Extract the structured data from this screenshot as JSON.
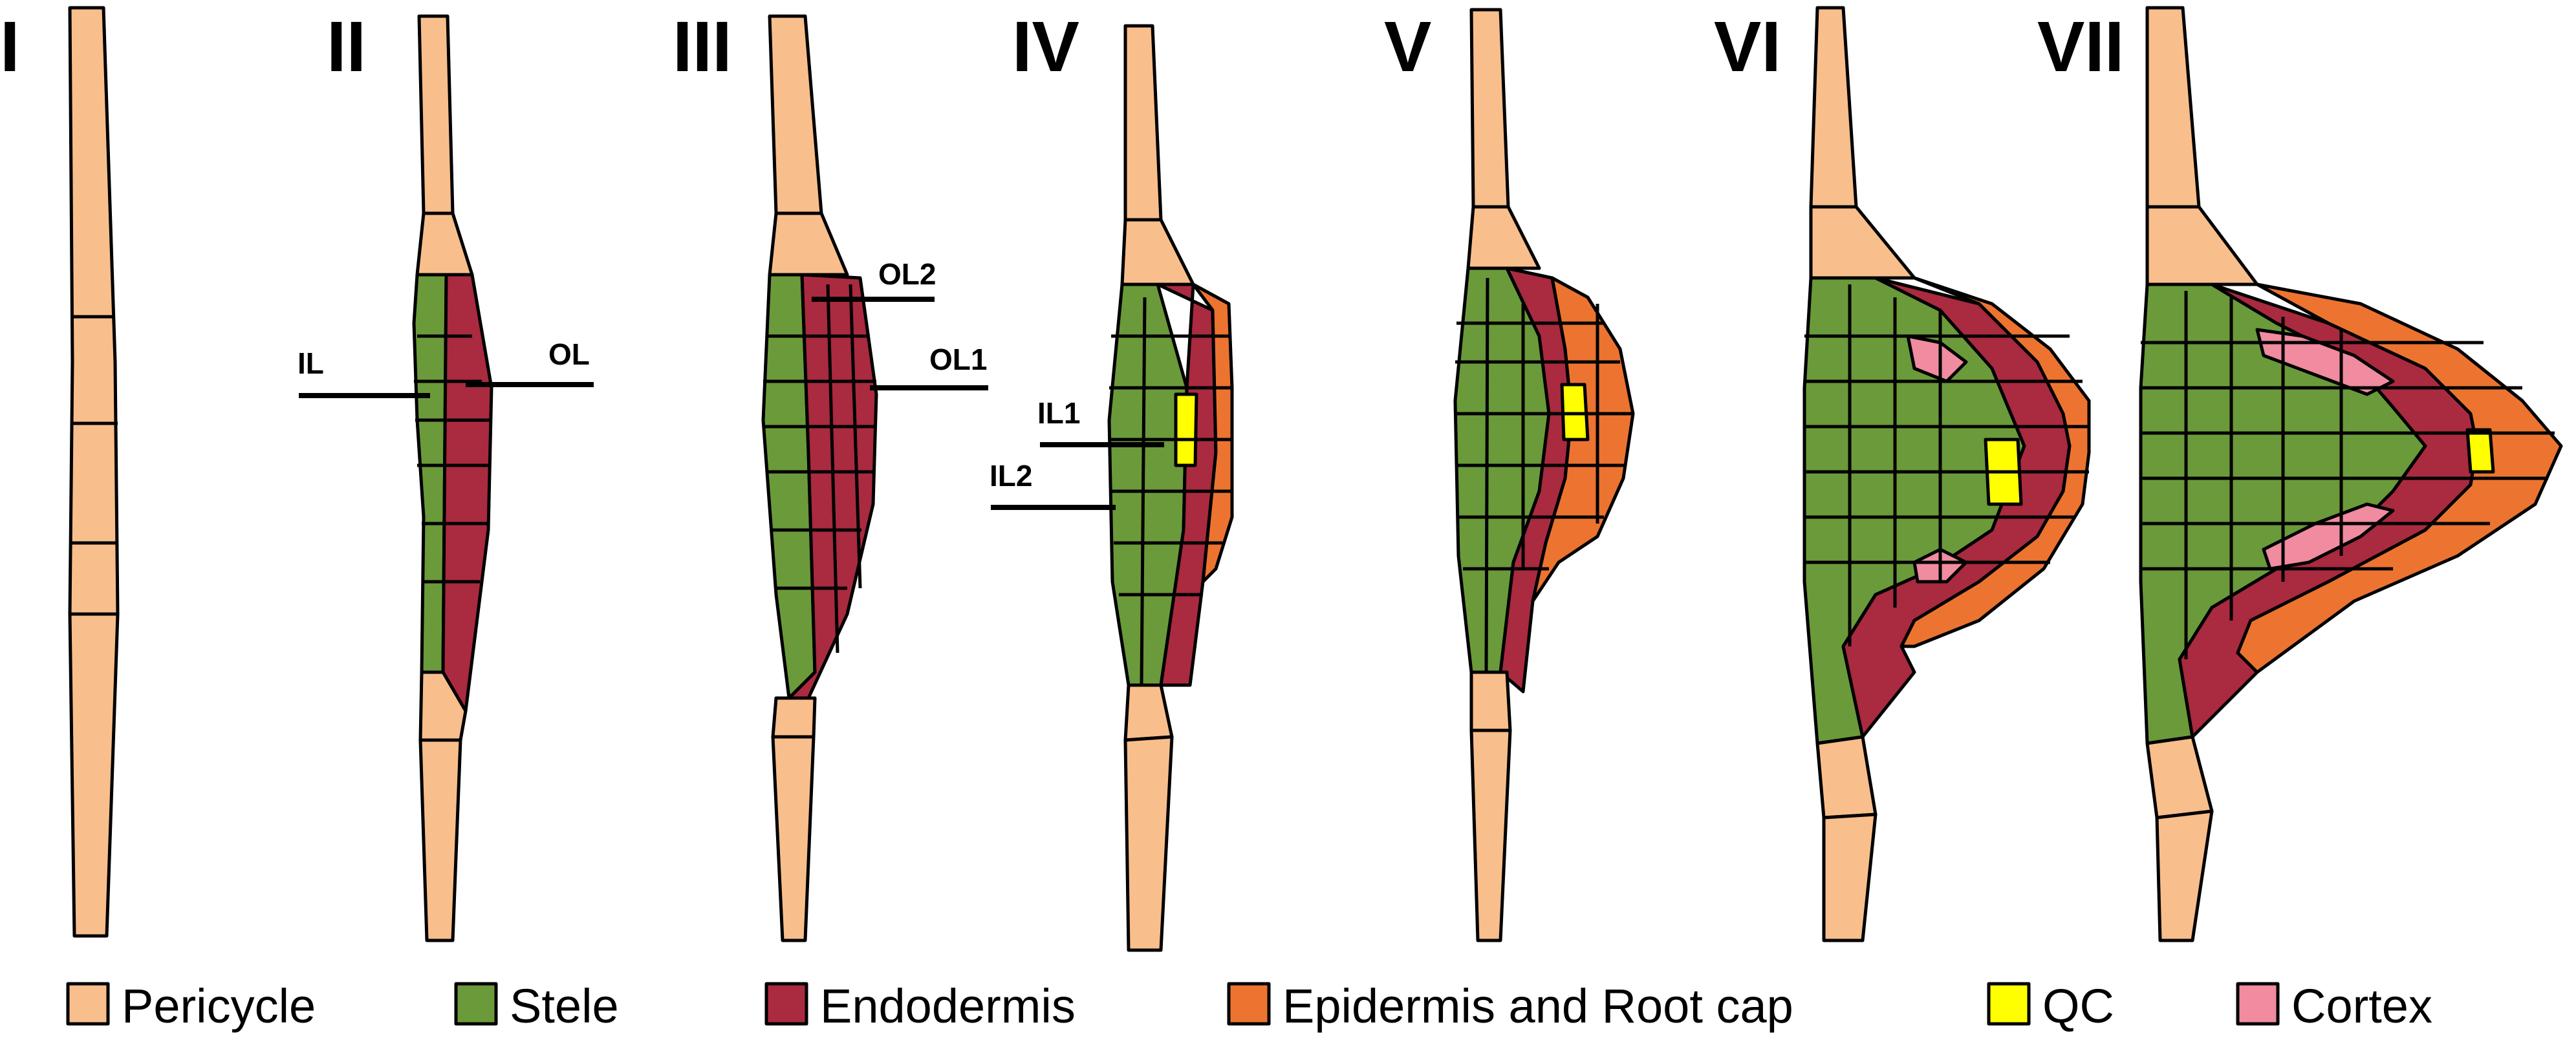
{
  "stages": [
    "I",
    "II",
    "III",
    "IV",
    "V",
    "VI",
    "VII"
  ],
  "annotations": {
    "il": "IL",
    "ol": "OL",
    "ol2": "OL2",
    "ol1": "OL1",
    "il1": "IL1",
    "il2": "IL2"
  },
  "colors": {
    "pericycle": "#F8BE8C",
    "stele": "#6B9A3A",
    "endodermis": "#AA2A3F",
    "epidermis": "#EC7430",
    "qc": "#FFFF00",
    "cortex": "#F08BA0"
  },
  "legend": [
    {
      "key": "pericycle",
      "label": "Pericycle"
    },
    {
      "key": "stele",
      "label": "Stele"
    },
    {
      "key": "endodermis",
      "label": "Endodermis"
    },
    {
      "key": "epidermis",
      "label": "Epidermis and Root cap"
    },
    {
      "key": "qc",
      "label": "QC"
    },
    {
      "key": "cortex",
      "label": "Cortex"
    }
  ]
}
